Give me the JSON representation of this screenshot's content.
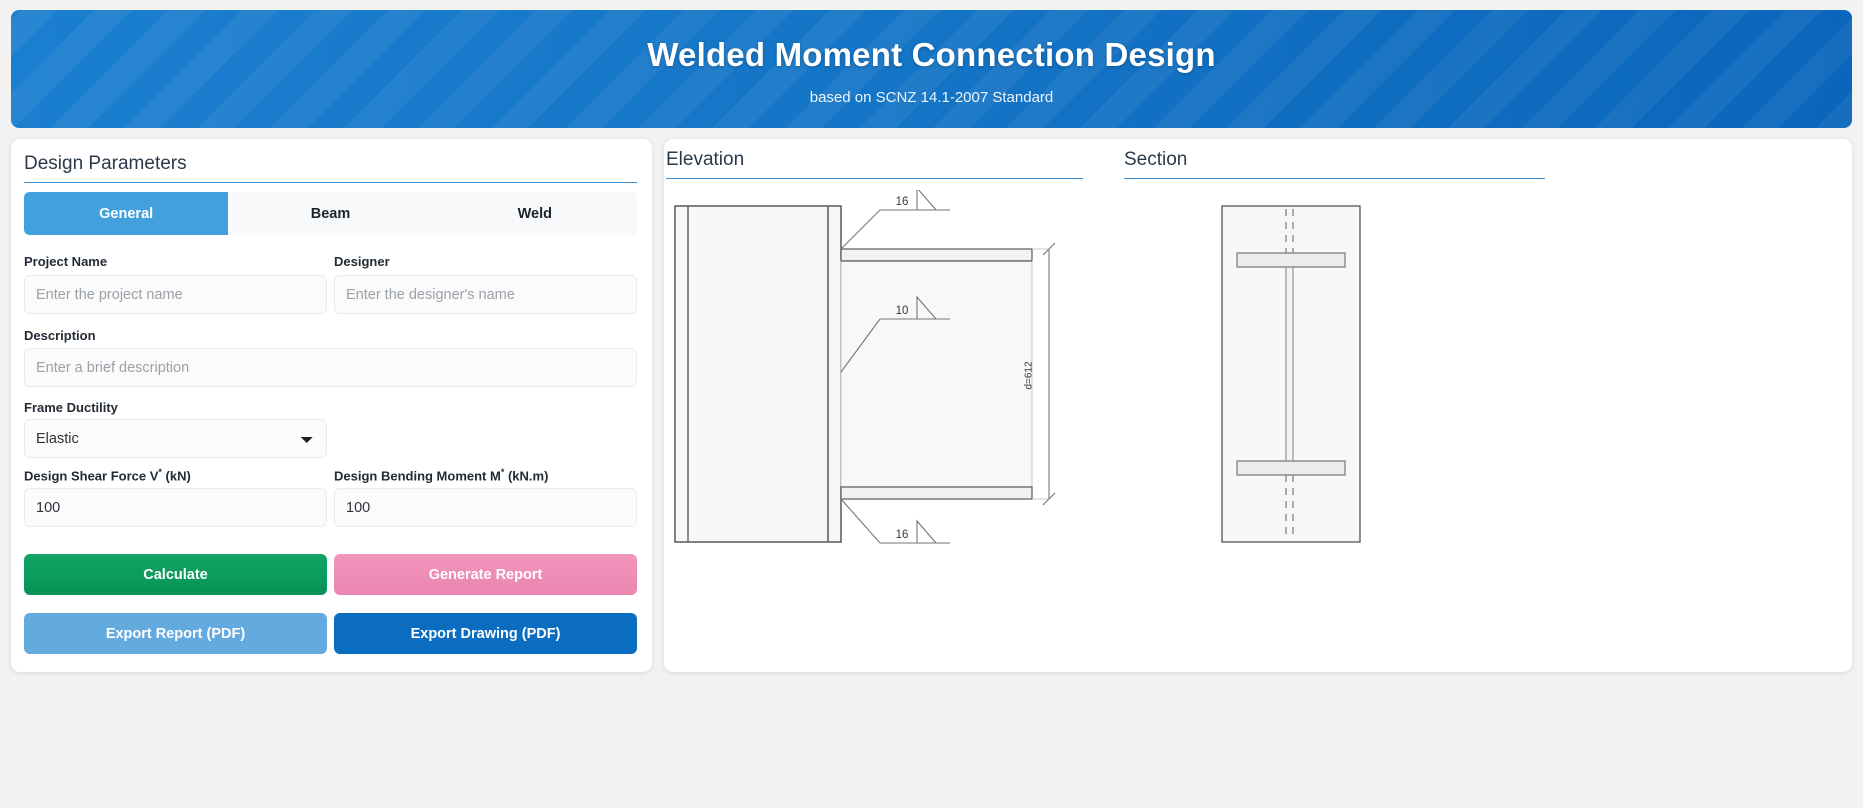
{
  "header": {
    "title": "Welded Moment Connection Design",
    "subtitle": "based on SCNZ 14.1-2007 Standard",
    "accent_color": "#1272c4"
  },
  "left_panel": {
    "title": "Design Parameters",
    "tabs": [
      {
        "label": "General",
        "active": true
      },
      {
        "label": "Beam",
        "active": false
      },
      {
        "label": "Weld",
        "active": false
      }
    ],
    "fields": {
      "project_name": {
        "label": "Project Name",
        "value": "",
        "placeholder": "Enter the project name"
      },
      "designer": {
        "label": "Designer",
        "value": "",
        "placeholder": "Enter the designer's name"
      },
      "description": {
        "label": "Description",
        "value": "",
        "placeholder": "Enter a brief description"
      },
      "frame_ductility": {
        "label": "Frame Ductility",
        "value": "Elastic",
        "options": [
          "Elastic"
        ]
      },
      "shear_force": {
        "label_main": "Design Shear Force V",
        "label_sup": "*",
        "label_unit": " (kN)",
        "value": "100"
      },
      "bending_moment": {
        "label_main": "Design Bending Moment M",
        "label_sup": "*",
        "label_unit": " (kN.m)",
        "value": "100"
      }
    },
    "buttons": {
      "calculate": "Calculate",
      "generate_report": "Generate Report",
      "export_report": "Export Report (PDF)",
      "export_drawing": "Export Drawing (PDF)"
    }
  },
  "right_panel": {
    "elevation": {
      "title": "Elevation",
      "weld_callouts": [
        {
          "size": "16",
          "position": "top-flange"
        },
        {
          "size": "10",
          "position": "web"
        },
        {
          "size": "16",
          "position": "bottom-flange"
        }
      ],
      "dimension": {
        "label": "d=612",
        "value": 612
      }
    },
    "section": {
      "title": "Section"
    }
  }
}
